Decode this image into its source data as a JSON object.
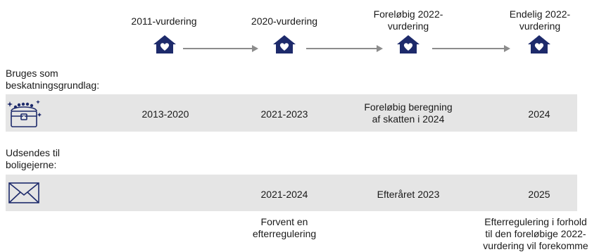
{
  "columns": [
    {
      "title": "2011-vurdering",
      "icon": "house-heart-icon"
    },
    {
      "title": "2020-vurdering",
      "icon": "house-heart-icon"
    },
    {
      "title": "Foreløbig 2022-\nvurdering",
      "icon": "house-heart-icon"
    },
    {
      "title": "Endelig 2022-\nvurdering",
      "icon": "house-heart-icon"
    }
  ],
  "rows": [
    {
      "label": "Bruges som\nbeskatningsgrundlag:",
      "icon": "treasure-chest-icon",
      "cells": [
        "2013-2020",
        "2021-2023",
        "Foreløbig beregning\naf skatten i 2024",
        "2024"
      ]
    },
    {
      "label": "Udsendes til\nboligejerne:",
      "icon": "envelope-icon",
      "cells": [
        "",
        "2021-2024",
        "Efteråret 2023",
        "2025"
      ]
    }
  ],
  "notes": {
    "col2": "Forvent en\nefterregulering",
    "col4": "Efterregulering  i forhold\ntil den foreløbige 2022-\nvurdering vil forekomme"
  },
  "colors": {
    "icon_navy": "#1d2a6b",
    "arrow_gray": "#8c8c8c",
    "band_gray": "#e5e5e5"
  }
}
